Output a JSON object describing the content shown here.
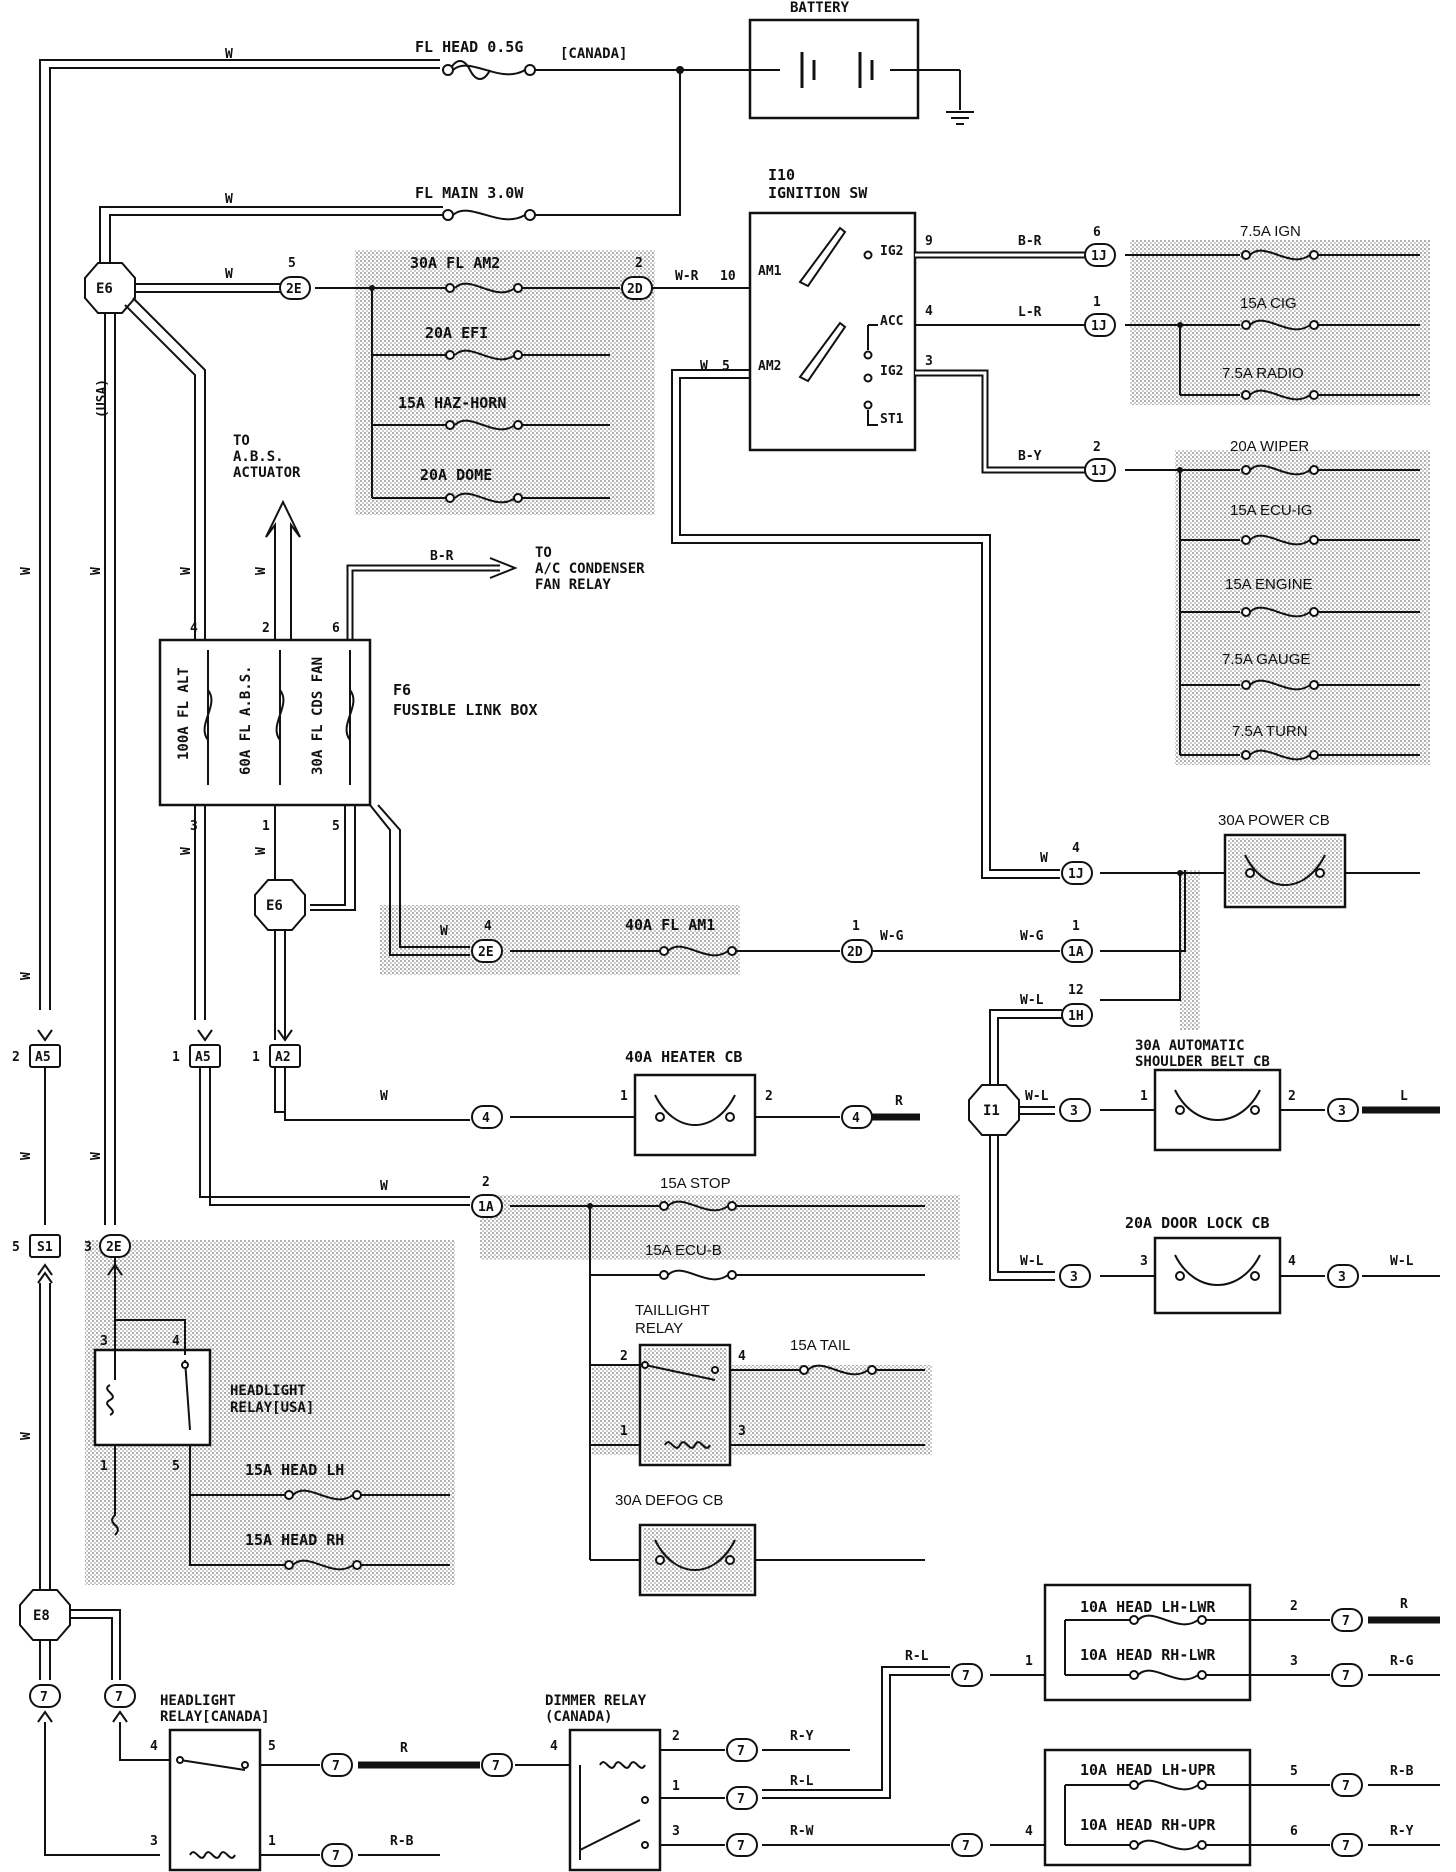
{
  "diagram": {
    "battery": "BATTERY",
    "fl_head": "FL HEAD 0.5G",
    "canada_tag": "[CANADA]",
    "fl_main": "FL MAIN 3.0W",
    "ignition_id": "I10",
    "ignition_name": "IGNITION SW",
    "ign_terms": [
      "AM1",
      "AM2",
      "IG2",
      "ACC",
      "IG2",
      "ST1"
    ],
    "ign_left_pins": [
      "10",
      "5"
    ],
    "ign_right_pins": [
      "9",
      "4",
      "3"
    ],
    "am2_fuses": [
      "30A FL AM2",
      "20A EFI",
      "15A HAZ-HORN",
      "20A DOME"
    ],
    "abs_note": [
      "TO",
      "A.B.S.",
      "ACTUATOR"
    ],
    "ac_note": [
      "TO",
      "A/C CONDENSER",
      "FAN RELAY"
    ],
    "fusible_box_id": "F6",
    "fusible_box_name": "FUSIBLE LINK BOX",
    "fl_links": [
      "100A FL ALT",
      "60A FL A.B.S.",
      "30A FL CDS FAN"
    ],
    "fl_pins_top": [
      "4",
      "2",
      "6"
    ],
    "fl_pins_bottom": [
      "3",
      "1",
      "5"
    ],
    "fl_am1": "40A FL AM1",
    "e6": "E6",
    "usa": "(USA)",
    "ign_fuses": [
      "7.5A IGN",
      "15A CIG",
      "7.5A RADIO",
      "20A WIPER",
      "15A ECU-IG",
      "15A ENGINE",
      "7.5A GAUGE",
      "7.5A TURN"
    ],
    "power_cb": "30A POWER CB",
    "belt_cb": [
      "30A AUTOMATIC",
      "SHOULDER BELT CB"
    ],
    "door_cb": "20A DOOR LOCK CB",
    "heater_cb": "40A HEATER CB",
    "i1": "I1",
    "stop_fuse": "15A STOP",
    "ecub_fuse": "15A ECU-B",
    "taillight_relay": [
      "TAILLIGHT",
      "RELAY"
    ],
    "tail_fuse": "15A TAIL",
    "defog_cb": "30A DEFOG CB",
    "headlight_relay_usa": [
      "HEADLIGHT",
      "RELAY[USA]"
    ],
    "head_lh": "15A HEAD LH",
    "head_rh": "15A HEAD RH",
    "e8": "E8",
    "headlight_relay_canada": [
      "HEADLIGHT",
      "RELAY[CANADA]"
    ],
    "dimmer_relay": [
      "DIMMER RELAY",
      "(CANADA)"
    ],
    "lwr_fuses": [
      "10A HEAD LH-LWR",
      "10A HEAD RH-LWR"
    ],
    "upr_fuses": [
      "10A HEAD LH-UPR",
      "10A HEAD RH-UPR"
    ],
    "connectors": [
      "2E",
      "2D",
      "1J",
      "1A",
      "1H",
      "A5",
      "A2",
      "S1",
      "4",
      "3",
      "7"
    ],
    "wire_colors": [
      "W",
      "W-R",
      "B-R",
      "L-R",
      "B-Y",
      "W-G",
      "W-L",
      "R",
      "L",
      "R-B",
      "R-Y",
      "R-L",
      "R-W",
      "R-G"
    ],
    "pins": [
      "1",
      "2",
      "3",
      "4",
      "5",
      "6",
      "12"
    ]
  }
}
